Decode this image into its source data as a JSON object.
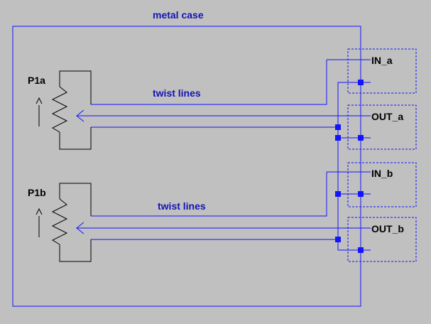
{
  "labels": {
    "case": "metal case",
    "twist_a": "twist lines",
    "twist_b": "twist lines",
    "pot_a": "P1a",
    "pot_b": "P1b",
    "in_a": "IN_a",
    "out_a": "OUT_a",
    "in_b": "IN_b",
    "out_b": "OUT_b"
  },
  "colors": {
    "background": "#c0c0c0",
    "wire": "#1414ff",
    "label_blue": "#1414b4",
    "label_black": "#000000"
  }
}
